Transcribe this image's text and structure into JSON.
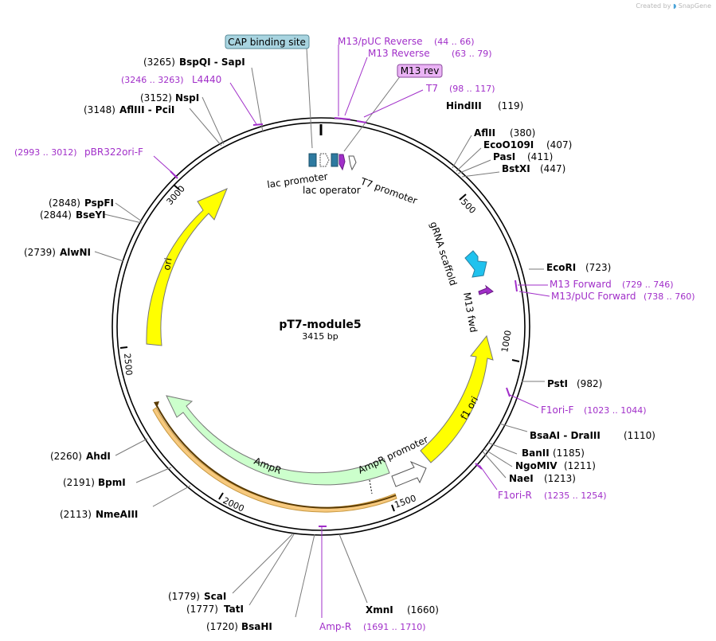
{
  "credit": {
    "prefix": "Created by",
    "brand": "SnapGene"
  },
  "plasmid": {
    "name": "pT7-module5",
    "length_label": "3415 bp"
  },
  "ticks": [
    "500",
    "1000",
    "1500",
    "2000",
    "2500",
    "3000"
  ],
  "sites": [
    {
      "id": "hindiii",
      "name": "HindIII",
      "pos": "(119)"
    },
    {
      "id": "aflii",
      "name": "AflII",
      "pos": "(380)"
    },
    {
      "id": "ecoo109i",
      "name": "EcoO109I",
      "pos": "(407)"
    },
    {
      "id": "pasi",
      "name": "PasI",
      "pos": "(411)"
    },
    {
      "id": "bstxi",
      "name": "BstXI",
      "pos": "(447)"
    },
    {
      "id": "ecori",
      "name": "EcoRI",
      "pos": "(723)"
    },
    {
      "id": "psti",
      "name": "PstI",
      "pos": "(982)"
    },
    {
      "id": "bsaai",
      "name": "BsaAI  - DraIII",
      "pos": "(1110)"
    },
    {
      "id": "banii",
      "name": "BanII",
      "pos": "(1185)"
    },
    {
      "id": "ngomiv",
      "name": "NgoMIV",
      "pos": "(1211)"
    },
    {
      "id": "naei",
      "name": "NaeI",
      "pos": "(1213)"
    },
    {
      "id": "xmni",
      "name": "XmnI",
      "pos": "(1660)"
    },
    {
      "id": "bsahi",
      "name": "BsaHI",
      "pos": "(1720)"
    },
    {
      "id": "tati",
      "name": "TatI",
      "pos": "(1777)"
    },
    {
      "id": "scai",
      "name": "ScaI",
      "pos": "(1779)"
    },
    {
      "id": "nmeaiii",
      "name": "NmeAIII",
      "pos": "(2113)"
    },
    {
      "id": "bpmi",
      "name": "BpmI",
      "pos": "(2191)"
    },
    {
      "id": "ahdi",
      "name": "AhdI",
      "pos": "(2260)"
    },
    {
      "id": "alwni",
      "name": "AlwNI",
      "pos": "(2739)"
    },
    {
      "id": "bseyi",
      "name": "BseYI",
      "pos": "(2844)"
    },
    {
      "id": "pspfi",
      "name": "PspFI",
      "pos": "(2848)"
    },
    {
      "id": "aflIII",
      "name": "AflIII  - PciI",
      "pos": "(3148)"
    },
    {
      "id": "nspi",
      "name": "NspI",
      "pos": "(3152)"
    },
    {
      "id": "bspqi",
      "name": "BspQI  - SapI",
      "pos": "(3265)"
    }
  ],
  "primers": [
    {
      "id": "m13puc-rev",
      "name": "M13/pUC Reverse",
      "range": "(44 .. 66)"
    },
    {
      "id": "m13-rev",
      "name": "M13 Reverse",
      "range": "(63 .. 79)"
    },
    {
      "id": "t7",
      "name": "T7",
      "range": "(98 .. 117)"
    },
    {
      "id": "m13-fwd",
      "name": "M13 Forward",
      "range": "(729 .. 746)"
    },
    {
      "id": "m13puc-fwd",
      "name": "M13/pUC Forward",
      "range": "(738 .. 760)"
    },
    {
      "id": "f1ori-f",
      "name": "F1ori-F",
      "range": "(1023 .. 1044)"
    },
    {
      "id": "f1ori-r",
      "name": "F1ori-R",
      "range": "(1235 .. 1254)"
    },
    {
      "id": "amp-r",
      "name": "Amp-R",
      "range": "(1691 .. 1710)"
    },
    {
      "id": "pbr322ori-f",
      "name": "pBR322ori-F",
      "range": "(2993 .. 3012)"
    },
    {
      "id": "l4440",
      "name": "L4440",
      "range": "(3246 .. 3263)"
    }
  ],
  "boxed_labels": {
    "cap": "CAP binding site",
    "m13rev": "M13 rev"
  },
  "features": {
    "lac_promoter": "lac promoter",
    "lac_operator": "lac operator",
    "t7_promoter": "T7 promoter",
    "grna_scaffold": "gRNA scaffold",
    "m13_fwd": "M13 fwd",
    "f1_ori": "f1 ori",
    "ampr_promoter": "AmpR promoter",
    "ampr": "AmpR",
    "ori": "ori"
  },
  "colors": {
    "primer": "#a12fc9",
    "ori": "#ffff00",
    "ampr": "#ccffcc",
    "grna": "#1fc2ee",
    "orf_highlight": "#f7c97e",
    "cap_box": "#a8d4e0",
    "m13rev_box": "#eab3f5",
    "lac_promoter": "#2d7aa0",
    "lac_operator": "#2d7aa0"
  }
}
